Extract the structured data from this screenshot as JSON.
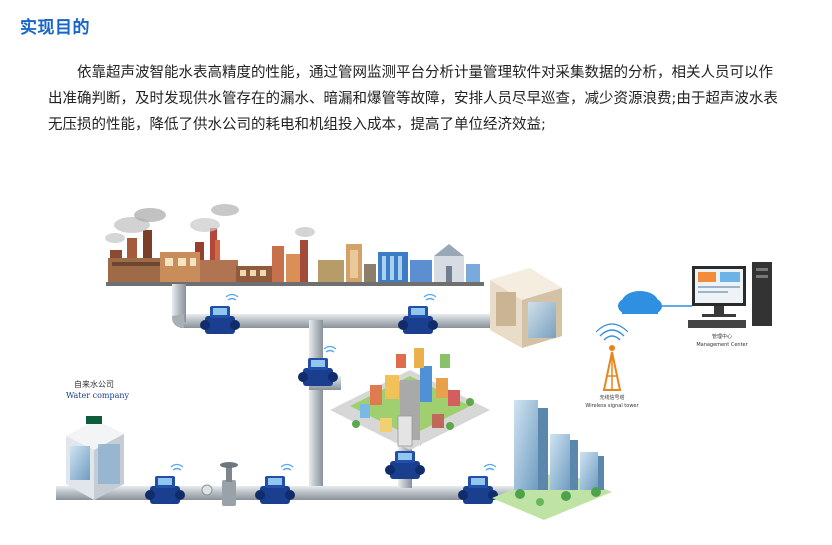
{
  "heading": "实现目的",
  "body_text": "依靠超声波智能水表高精度的性能，通过管网监测平台分析计量管理软件对采集数据的分析，相关人员可以作出准确判断，及时发现供水管存在的漏水、暗漏和爆管等故障，安排人员尽早巡查，减少资源浪费;由于超声波水表无压损的性能，降低了供水公司的耗电和机组投入成本，提高了单位经济效益;",
  "diagram": {
    "water_company_cn": "自来水公司",
    "water_company_en": "Water company",
    "tower_cn": "无线信号塔",
    "tower_en": "Wireless signal tower",
    "center_cn": "管理中心",
    "center_en": "Management Center"
  },
  "colors": {
    "heading": "#1466c7",
    "pipe": "#b9c0c6",
    "meter": "#1a3f8f"
  }
}
